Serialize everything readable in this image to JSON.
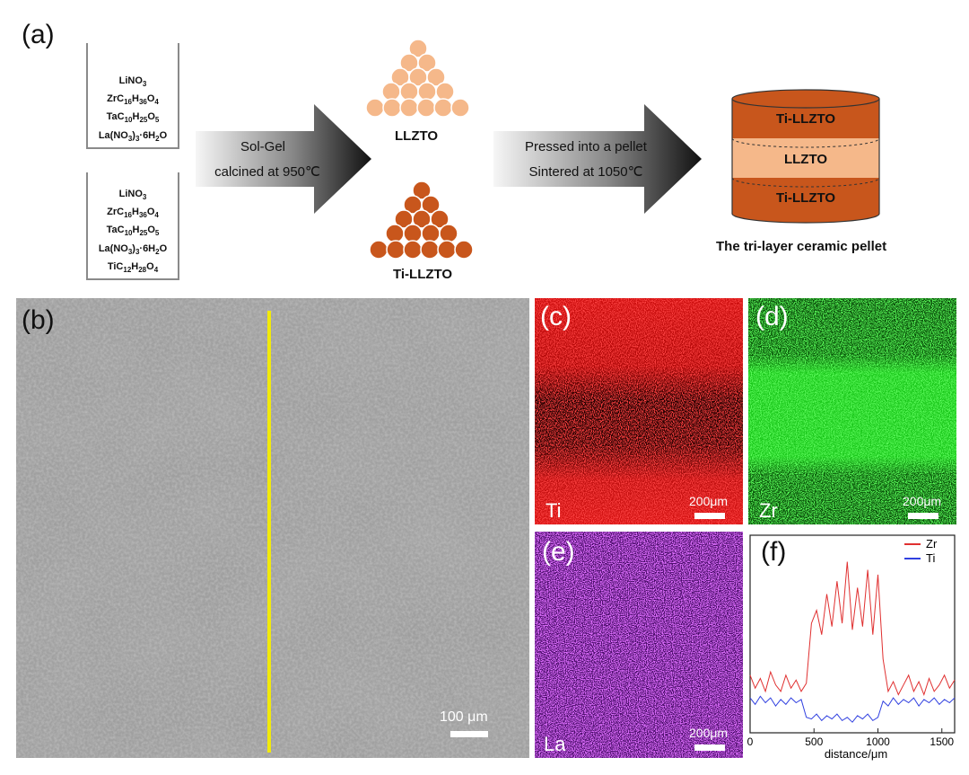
{
  "panels": {
    "a": "(a)",
    "b": "(b)",
    "c": "(c)",
    "d": "(d)",
    "e": "(e)",
    "f": "(f)"
  },
  "beaker1": [
    "LiNO3",
    "ZrC16H36O4",
    "TaC10H25O5",
    "La(NO3)3·6H2O"
  ],
  "beaker2": [
    "LiNO3",
    "ZrC16H36O4",
    "TaC10H25O5",
    "La(NO3)3·6H2O",
    "TiC12H28O4"
  ],
  "arrow1": {
    "line1": "Sol-Gel",
    "line2": "calcined at 950℃"
  },
  "arrow2": {
    "line1": "Pressed into a pellet",
    "line2": "Sintered at 1050℃"
  },
  "powder1_label": "LLZTO",
  "powder2_label": "Ti-LLZTO",
  "pellet": {
    "layer_top": "Ti-LLZTO",
    "layer_mid": "LLZTO",
    "layer_bot": "Ti-LLZTO",
    "caption": "The tri-layer ceramic pellet"
  },
  "sem": {
    "scale": "100 μm"
  },
  "maps": {
    "ti": {
      "element": "Ti",
      "scale": "200μm",
      "color": "#e01010"
    },
    "zr": {
      "element": "Zr",
      "scale": "200μm",
      "color": "#10d010"
    },
    "la": {
      "element": "La",
      "scale": "200μm",
      "color": "#a020e0"
    }
  },
  "chart_data": {
    "type": "line",
    "xlabel": "distance/μm",
    "xlim": [
      0,
      1600
    ],
    "xticks": [
      0,
      500,
      1000,
      1500
    ],
    "series": [
      {
        "name": "Zr",
        "color": "#e03030",
        "x": [
          0,
          40,
          80,
          120,
          160,
          200,
          240,
          280,
          320,
          360,
          400,
          440,
          480,
          520,
          560,
          600,
          640,
          680,
          720,
          760,
          800,
          840,
          880,
          920,
          960,
          1000,
          1040,
          1080,
          1120,
          1160,
          1200,
          1240,
          1280,
          1320,
          1360,
          1400,
          1440,
          1480,
          1520,
          1560,
          1600
        ],
        "y": [
          0.3,
          0.22,
          0.28,
          0.2,
          0.32,
          0.24,
          0.2,
          0.3,
          0.22,
          0.27,
          0.2,
          0.25,
          0.62,
          0.7,
          0.55,
          0.8,
          0.6,
          0.88,
          0.62,
          1.0,
          0.58,
          0.84,
          0.6,
          0.95,
          0.55,
          0.92,
          0.4,
          0.2,
          0.26,
          0.18,
          0.24,
          0.3,
          0.2,
          0.26,
          0.18,
          0.28,
          0.2,
          0.24,
          0.3,
          0.22,
          0.27
        ]
      },
      {
        "name": "Ti",
        "color": "#3040e0",
        "x": [
          0,
          40,
          80,
          120,
          160,
          200,
          240,
          280,
          320,
          360,
          400,
          440,
          480,
          520,
          560,
          600,
          640,
          680,
          720,
          760,
          800,
          840,
          880,
          920,
          960,
          1000,
          1040,
          1080,
          1120,
          1160,
          1200,
          1240,
          1280,
          1320,
          1360,
          1400,
          1440,
          1480,
          1520,
          1560,
          1600
        ],
        "y": [
          0.16,
          0.12,
          0.17,
          0.13,
          0.16,
          0.11,
          0.15,
          0.12,
          0.16,
          0.13,
          0.15,
          0.04,
          0.03,
          0.06,
          0.02,
          0.05,
          0.03,
          0.06,
          0.02,
          0.04,
          0.01,
          0.05,
          0.03,
          0.06,
          0.02,
          0.04,
          0.14,
          0.11,
          0.16,
          0.12,
          0.15,
          0.13,
          0.16,
          0.11,
          0.15,
          0.13,
          0.16,
          0.12,
          0.15,
          0.13,
          0.16
        ]
      }
    ]
  }
}
